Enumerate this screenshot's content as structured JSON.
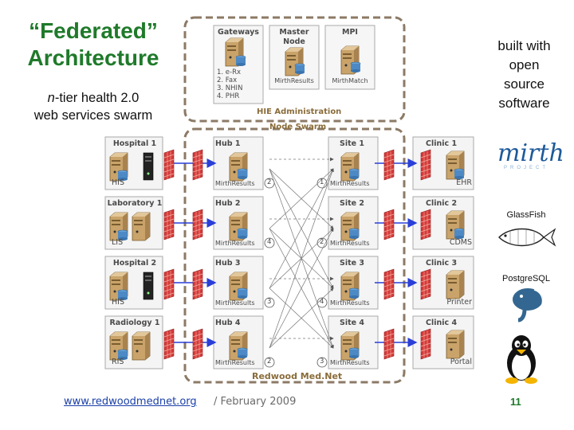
{
  "slide": {
    "title_line1": "“Federated”",
    "title_line2": "Architecture",
    "subtitle_italic": "n",
    "subtitle_rest1": "-tier health 2.0",
    "subtitle_line2": "web services swarm",
    "built_line1": "built with",
    "built_line2": "open",
    "built_line3": "source",
    "built_line4": "software",
    "footer_link": "www.redwoodmednet.org",
    "footer_date": "/  February 2009",
    "page_number": "11"
  },
  "hie": {
    "label": "HIE Administration",
    "swarm_label": "Node Swarm",
    "gateways": "Gateways",
    "gateway_items": [
      "1. e-Rx",
      "2. Fax",
      "3. NHIN",
      "4. PHR"
    ],
    "master_node_line1": "Master",
    "master_node_line2": "Node",
    "master_caption": "MirthResults",
    "mpi": "MPI",
    "mpi_caption": "MirthMatch"
  },
  "network_label": "Redwood Med.Net",
  "left_nodes": [
    {
      "name": "Hospital 1",
      "sys": "HIS",
      "tower": true
    },
    {
      "name": "Laboratory 1",
      "sys": "LIS",
      "tower": false
    },
    {
      "name": "Hospital 2",
      "sys": "HIS",
      "tower": true
    },
    {
      "name": "Radiology 1",
      "sys": "RIS",
      "tower": false
    }
  ],
  "hubs": [
    {
      "name": "Hub 1",
      "caption": "MirthResults",
      "num": "2"
    },
    {
      "name": "Hub 2",
      "caption": "MirthResults",
      "num": "4"
    },
    {
      "name": "Hub 3",
      "caption": "MirthResults",
      "num": "3"
    },
    {
      "name": "Hub 4",
      "caption": "MirthResults",
      "num": "2"
    }
  ],
  "sites": [
    {
      "name": "Site 1",
      "caption": "MirthResults",
      "num": "1"
    },
    {
      "name": "Site 2",
      "caption": "MirthResults",
      "num": "2"
    },
    {
      "name": "Site 3",
      "caption": "MirthResults",
      "num": "4"
    },
    {
      "name": "Site 4",
      "caption": "MirthResults",
      "num": "3"
    }
  ],
  "clinics": [
    {
      "name": "Clinic 1",
      "sys": "EHR"
    },
    {
      "name": "Clinic 2",
      "sys": "CDMS"
    },
    {
      "name": "Clinic 3",
      "sys": "Printer"
    },
    {
      "name": "Clinic 4",
      "sys": "Portal"
    }
  ],
  "logos": {
    "mirth": "mirth",
    "mirth_sub": "PROJECT",
    "glassfish": "GlassFish",
    "postgres": "PostgreSQL",
    "linux": "linux-penguin-icon"
  },
  "colors": {
    "title_green": "#1f7a2a",
    "link_blue": "#1a3fa8",
    "dashed_border": "#8c7a66",
    "arrow_blue": "#2a3fd8",
    "firewall_red": "#d43a3a"
  }
}
